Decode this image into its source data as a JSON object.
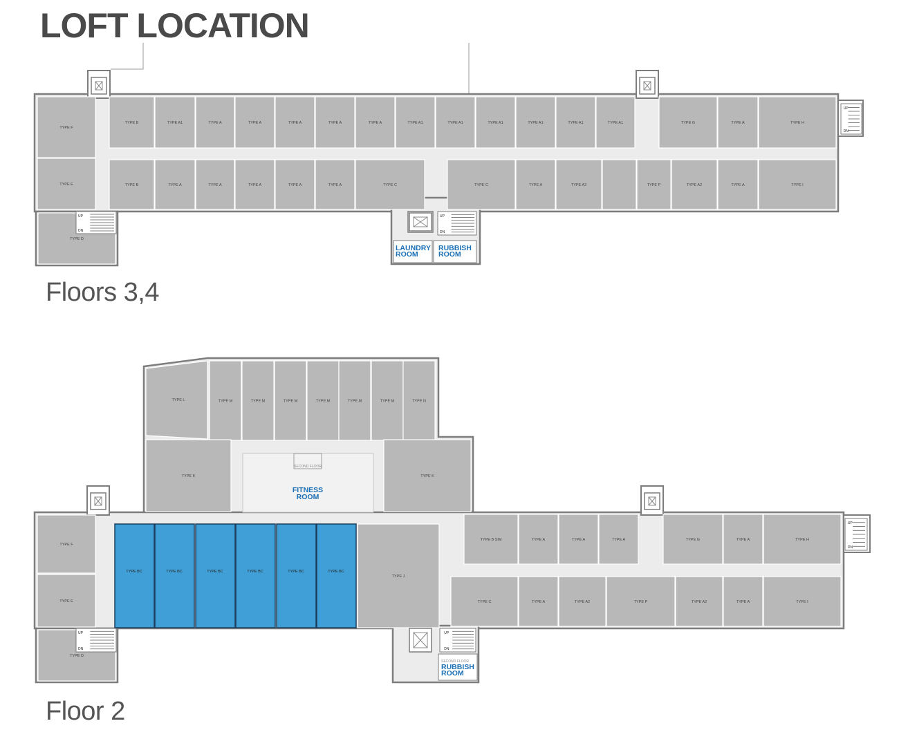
{
  "title": "LOFT LOCATION",
  "colors": {
    "unit_gray": "#b8b8b8",
    "corridor": "#ececec",
    "wall": "#7d7d7d",
    "highlight_blue": "#3f9fd6",
    "amenity_text": "#1a6fb5"
  },
  "floors_3_4": {
    "label": "Floors 3,4",
    "top_row": [
      "TYPE F",
      "TYPE B",
      "TYPE A1",
      "TYPE A",
      "TYPE A",
      "TYPE A",
      "TYPE A",
      "TYPE A",
      "TYPE A1",
      "TYPE A1",
      "TYPE A1",
      "TYPE A1",
      "TYPE A1",
      "TYPE A1",
      "TYPE G",
      "TYPE A",
      "TYPE H"
    ],
    "bottom_row": [
      "TYPE E",
      "TYPE B",
      "TYPE A",
      "TYPE A",
      "TYPE A",
      "TYPE A",
      "TYPE A",
      "TYPE C",
      "TYPE C",
      "TYPE A",
      "TYPE A2",
      "TYPE P",
      "TYPE A2",
      "TYPE A",
      "TYPE I"
    ],
    "corner_unit": "TYPE D",
    "laundry": [
      "LAUNDRY",
      "ROOM"
    ],
    "rubbish": [
      "RUBBISH",
      "ROOM"
    ],
    "up": "UP",
    "dn": "DN"
  },
  "floor_2": {
    "label": "Floor 2",
    "north_row": [
      "TYPE L",
      "TYPE M",
      "TYPE M",
      "TYPE M",
      "TYPE M",
      "TYPE M",
      "TYPE M",
      "TYPE N"
    ],
    "type_k": "TYPE K",
    "fitness_small": "SECOND FLOOR",
    "fitness": [
      "FITNESS",
      "ROOM"
    ],
    "bc_units": [
      "TYPE BC",
      "TYPE BC",
      "TYPE BC",
      "TYPE BC",
      "TYPE BC",
      "TYPE BC"
    ],
    "type_j": "TYPE J",
    "left_units": [
      "TYPE F",
      "TYPE E",
      "TYPE D"
    ],
    "east_top": [
      "TYPE B SIM",
      "TYPE A",
      "TYPE A",
      "TYPE A",
      "TYPE G",
      "TYPE A",
      "TYPE H"
    ],
    "east_bottom": [
      "TYPE C",
      "TYPE A",
      "TYPE A2",
      "TYPE P",
      "TYPE A2",
      "TYPE A",
      "TYPE I"
    ],
    "rubbish_small": "SECOND FLOOR",
    "rubbish": [
      "RUBBISH",
      "ROOM"
    ],
    "up": "UP",
    "dn": "DN"
  }
}
